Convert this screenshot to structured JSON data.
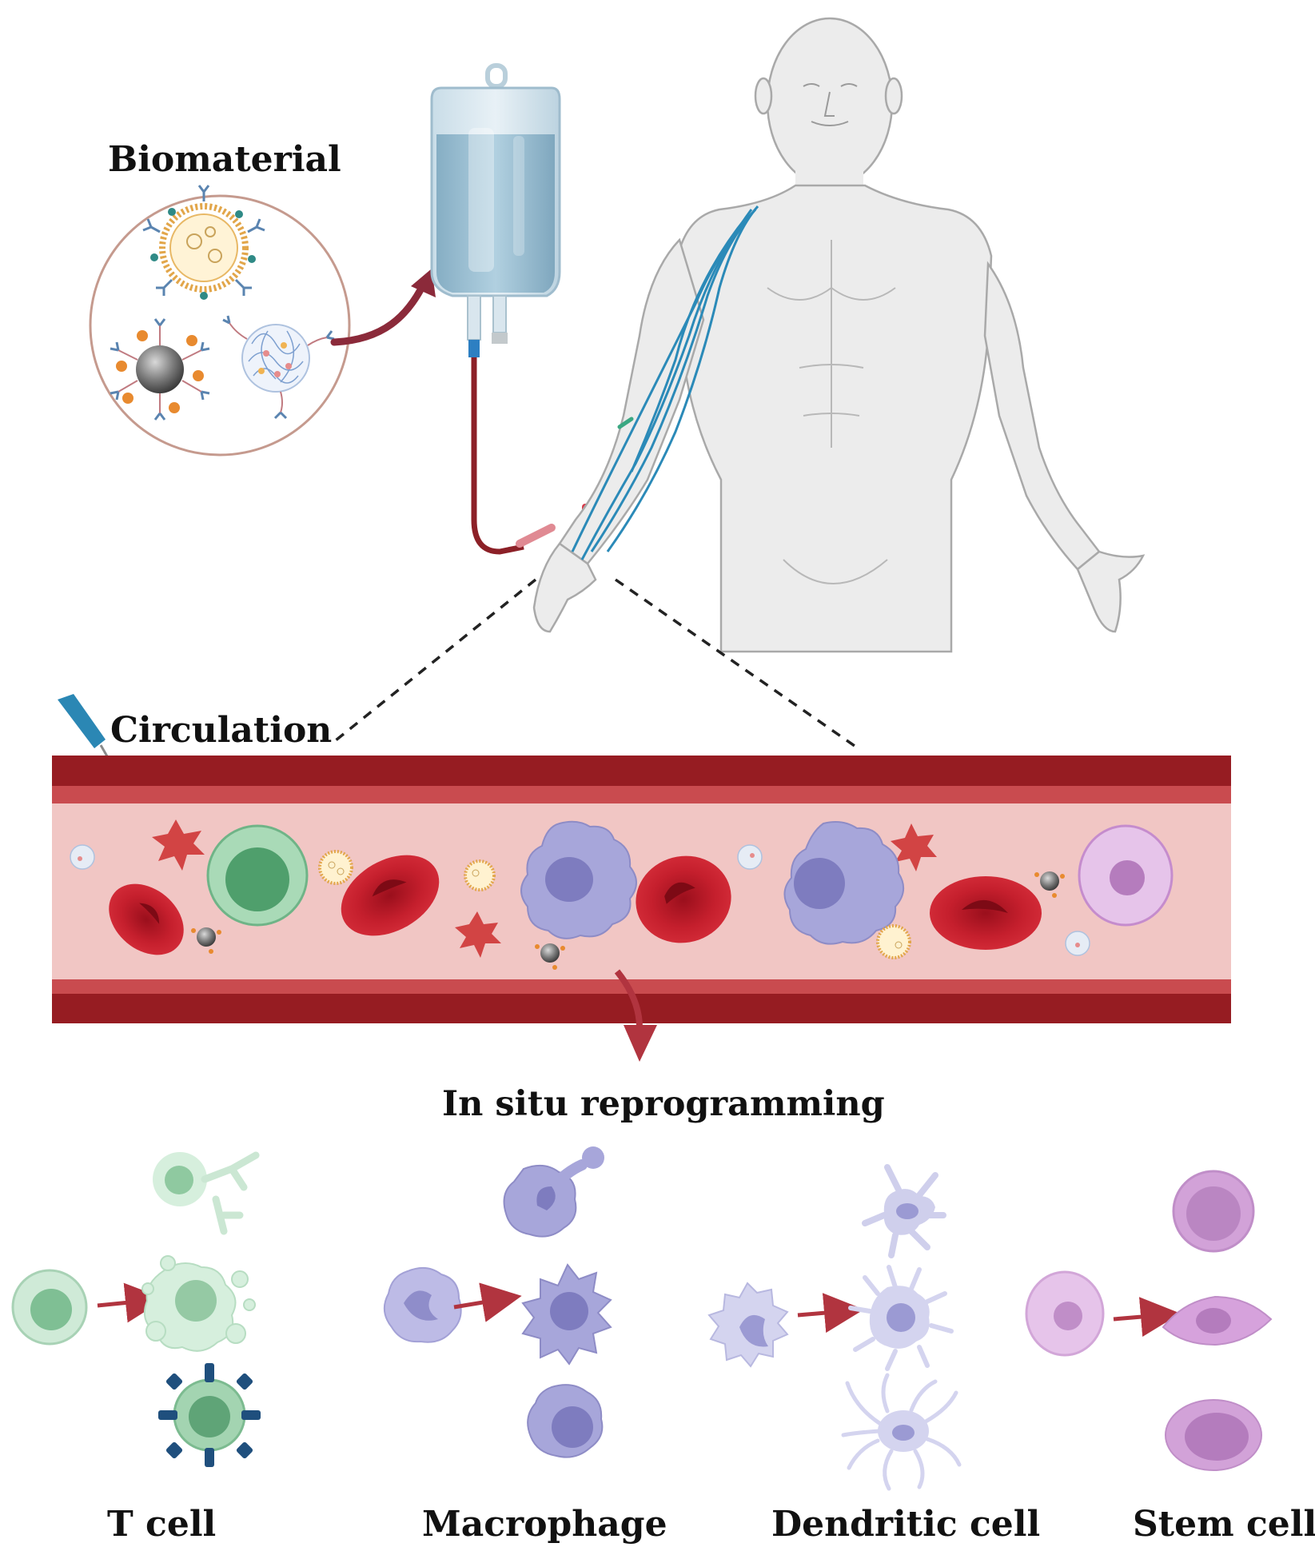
{
  "labels": {
    "biomaterial": "Biomaterial",
    "circulation": "Circulation",
    "in_situ": "In situ reprogramming"
  },
  "cell_types": [
    {
      "name": "T cell",
      "color": "#8cc7a0"
    },
    {
      "name": "Macrophage",
      "color": "#a7a6da"
    },
    {
      "name": "Dendritic cell",
      "color": "#c9c9ea"
    },
    {
      "name": "Stem cell",
      "color": "#d8a9dc"
    }
  ],
  "colors": {
    "vessel_wall": "#961c22",
    "vessel_lumen": "#f0c4c2",
    "red_blood_cell": "#c8202e",
    "arrow": "#b1343f",
    "iv_fluid": "#9fc3d6",
    "vein": "#2b8ab8",
    "skin": "#ededed",
    "platelet": "#d24444"
  }
}
